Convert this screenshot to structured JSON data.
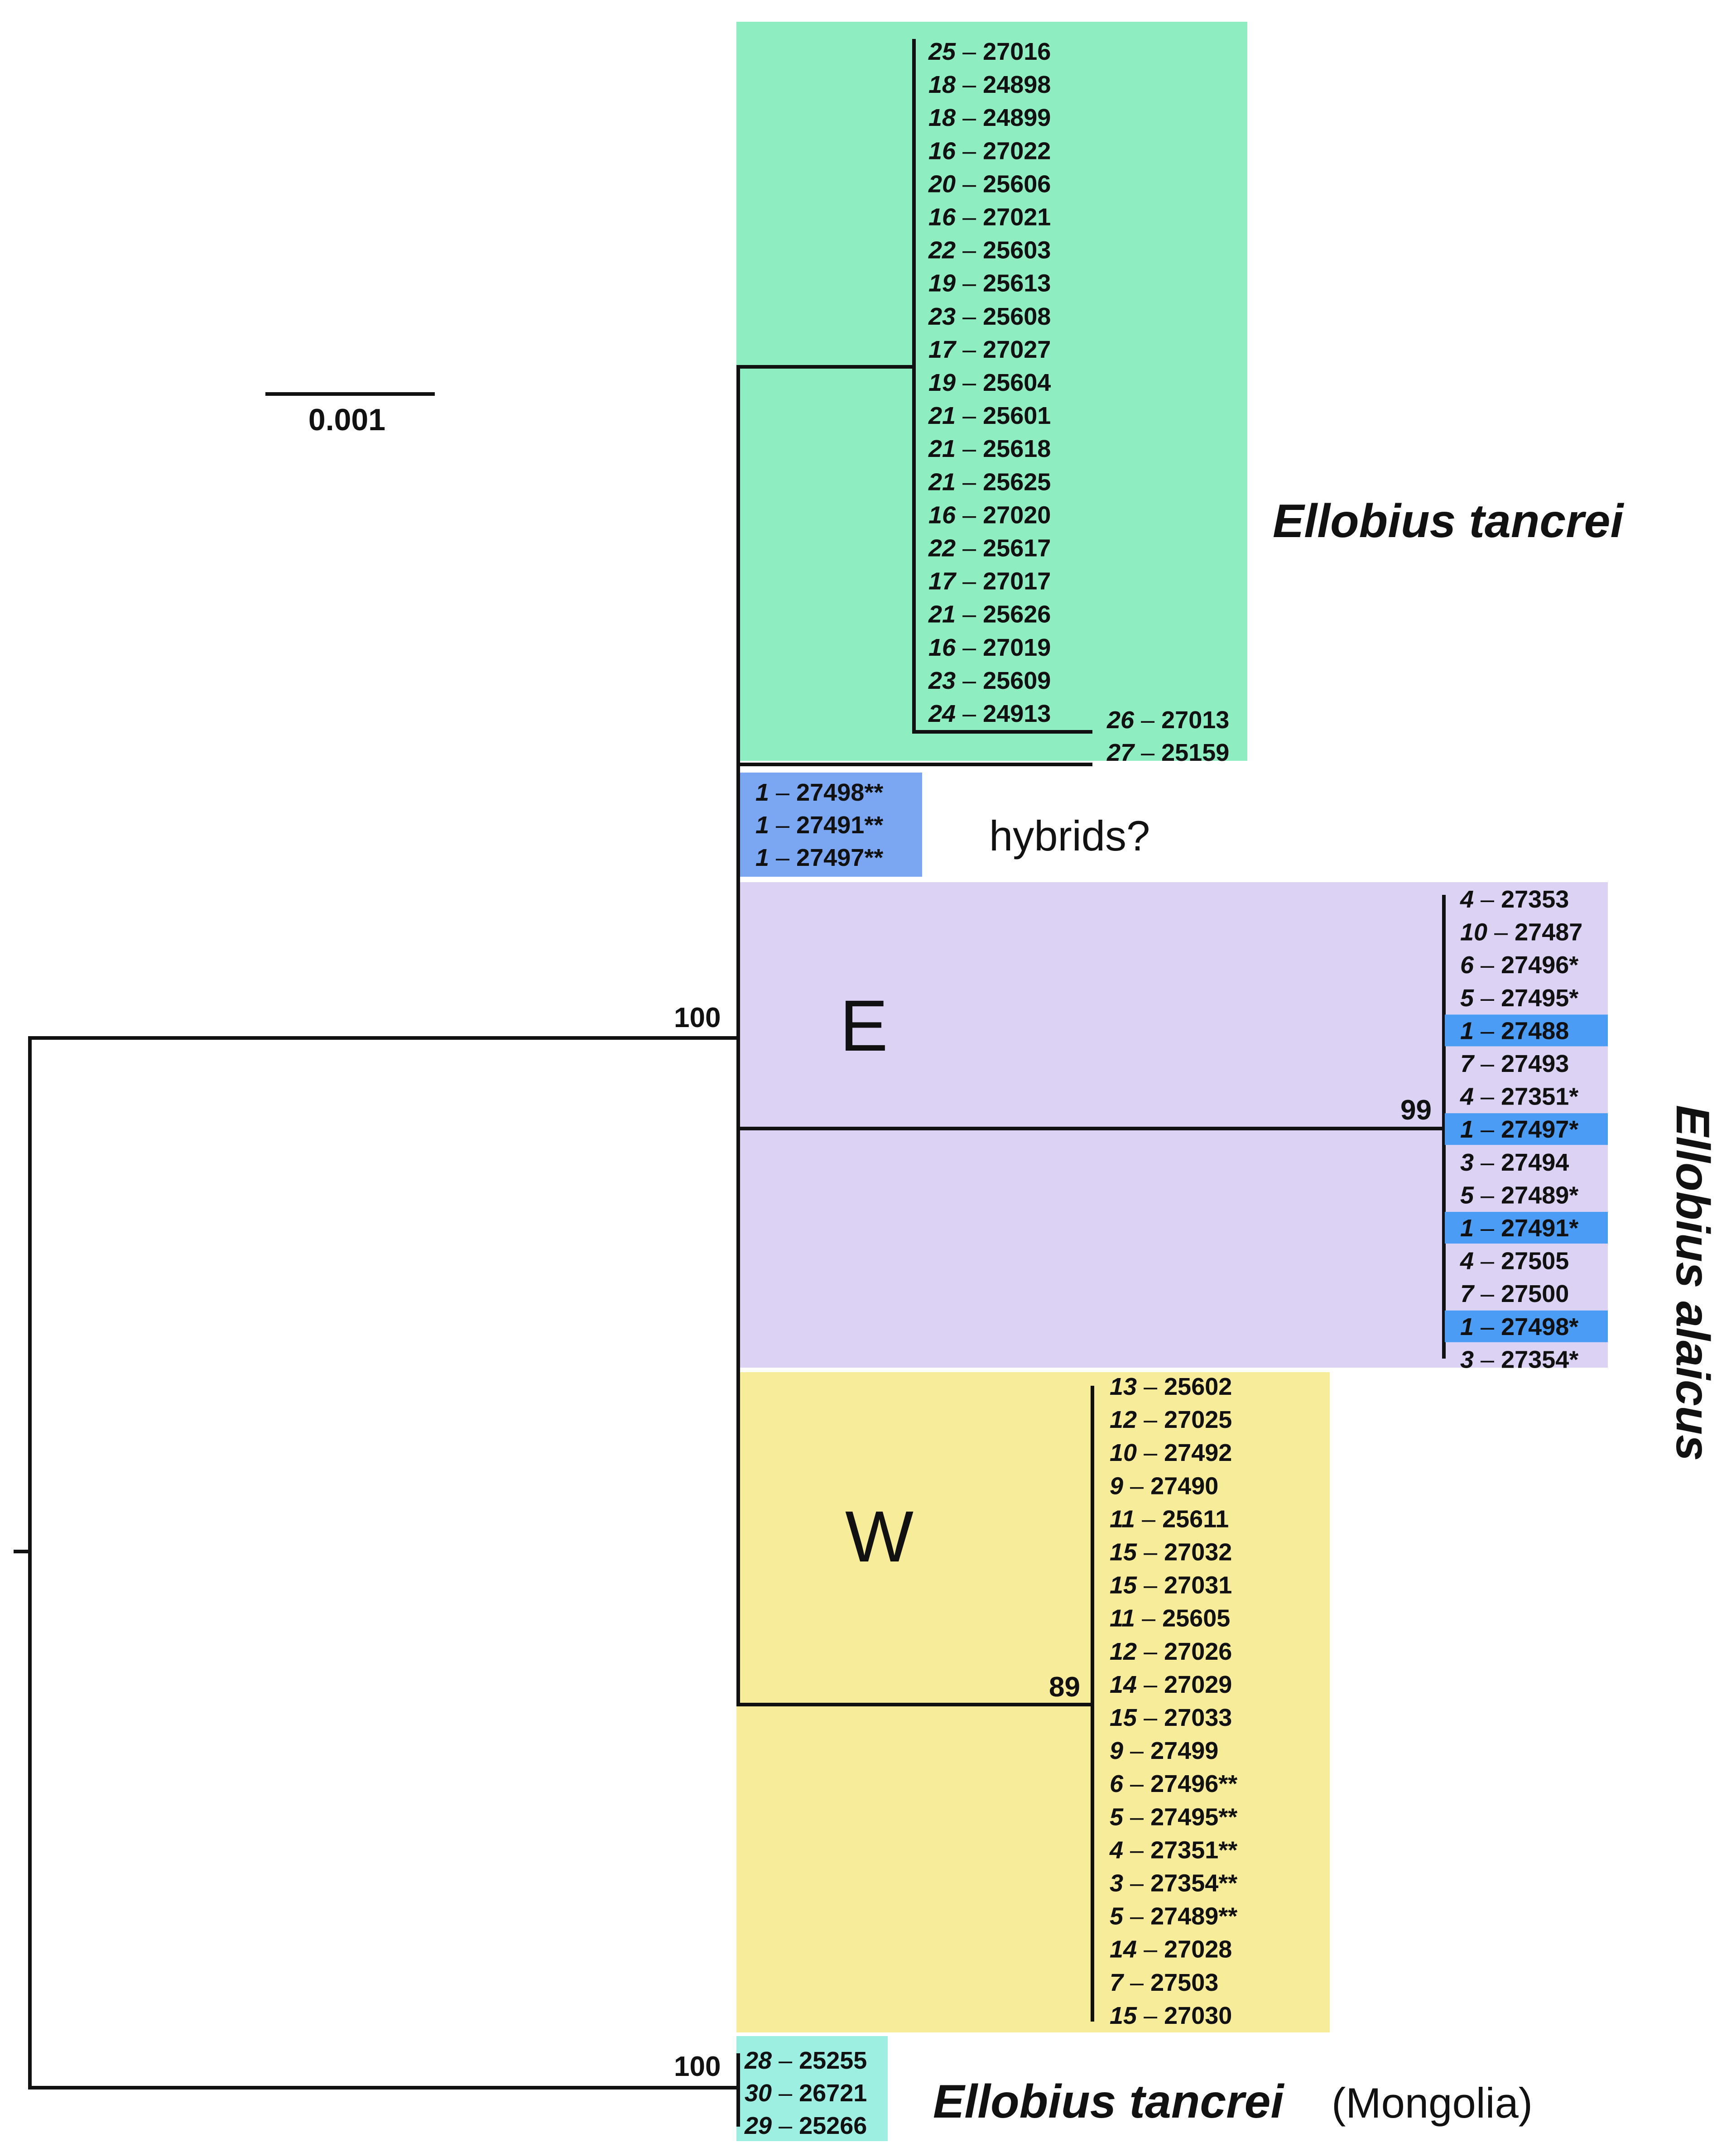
{
  "scale_bar": {
    "label": "0.001"
  },
  "colors": {
    "tancrei": "#8eedc1",
    "hybrids": "#7ba6f2",
    "east": "#dcd3f4",
    "west": "#f6ec9a",
    "mongolia": "#9cefe1",
    "highlight": "#4a9cf5"
  },
  "clades": {
    "tancrei": {
      "species_label": "Ellobius tancrei",
      "leaves": [
        {
          "num": "25",
          "id": "27016"
        },
        {
          "num": "18",
          "id": "24898"
        },
        {
          "num": "18",
          "id": "24899"
        },
        {
          "num": "16",
          "id": "27022"
        },
        {
          "num": "20",
          "id": "25606"
        },
        {
          "num": "16",
          "id": "27021"
        },
        {
          "num": "22",
          "id": "25603"
        },
        {
          "num": "19",
          "id": "25613"
        },
        {
          "num": "23",
          "id": "25608"
        },
        {
          "num": "17",
          "id": "27027"
        },
        {
          "num": "19",
          "id": "25604"
        },
        {
          "num": "21",
          "id": "25601"
        },
        {
          "num": "21",
          "id": "25618"
        },
        {
          "num": "21",
          "id": "25625"
        },
        {
          "num": "16",
          "id": "27020"
        },
        {
          "num": "22",
          "id": "25617"
        },
        {
          "num": "17",
          "id": "27017"
        },
        {
          "num": "21",
          "id": "25626"
        },
        {
          "num": "16",
          "id": "27019"
        },
        {
          "num": "23",
          "id": "25609"
        },
        {
          "num": "24",
          "id": "24913"
        }
      ],
      "outer_leaves": [
        {
          "num": "26",
          "id": "27013"
        },
        {
          "num": "27",
          "id": "25159"
        }
      ]
    },
    "hybrids": {
      "label": "hybrids?",
      "leaves": [
        {
          "num": "1",
          "id": "27498**"
        },
        {
          "num": "1",
          "id": "27491**"
        },
        {
          "num": "1",
          "id": "27497**"
        }
      ]
    },
    "east": {
      "letter": "E",
      "support": "99",
      "leaves": [
        {
          "num": "4",
          "id": "27353",
          "hl": false
        },
        {
          "num": "10",
          "id": "27487",
          "hl": false
        },
        {
          "num": "6",
          "id": "27496*",
          "hl": false
        },
        {
          "num": "5",
          "id": "27495*",
          "hl": false
        },
        {
          "num": "1",
          "id": "27488",
          "hl": true
        },
        {
          "num": "7",
          "id": "27493",
          "hl": false
        },
        {
          "num": "4",
          "id": "27351*",
          "hl": false
        },
        {
          "num": "1",
          "id": "27497*",
          "hl": true
        },
        {
          "num": "3",
          "id": "27494",
          "hl": false
        },
        {
          "num": "5",
          "id": "27489*",
          "hl": false
        },
        {
          "num": "1",
          "id": "27491*",
          "hl": true
        },
        {
          "num": "4",
          "id": "27505",
          "hl": false
        },
        {
          "num": "7",
          "id": "27500",
          "hl": false
        },
        {
          "num": "1",
          "id": "27498*",
          "hl": true
        },
        {
          "num": "3",
          "id": "27354*",
          "hl": false
        }
      ]
    },
    "west": {
      "letter": "W",
      "support": "89",
      "leaves": [
        {
          "num": "13",
          "id": "25602"
        },
        {
          "num": "12",
          "id": "27025"
        },
        {
          "num": "10",
          "id": "27492"
        },
        {
          "num": "9",
          "id": "27490"
        },
        {
          "num": "11",
          "id": "25611"
        },
        {
          "num": "15",
          "id": "27032"
        },
        {
          "num": "15",
          "id": "27031"
        },
        {
          "num": "11",
          "id": "25605"
        },
        {
          "num": "12",
          "id": "27026"
        },
        {
          "num": "14",
          "id": "27029"
        },
        {
          "num": "15",
          "id": "27033"
        },
        {
          "num": "9",
          "id": "27499"
        },
        {
          "num": "6",
          "id": "27496**"
        },
        {
          "num": "5",
          "id": "27495**"
        },
        {
          "num": "4",
          "id": "27351**"
        },
        {
          "num": "3",
          "id": "27354**"
        },
        {
          "num": "5",
          "id": "27489**"
        },
        {
          "num": "14",
          "id": "27028"
        },
        {
          "num": "7",
          "id": "27503"
        },
        {
          "num": "15",
          "id": "27030"
        }
      ]
    },
    "alaicus": {
      "species_label": "Ellobius alaicus"
    },
    "mongolia": {
      "support": "100",
      "species_label": "Ellobius tancrei",
      "region": "(Mongolia)",
      "leaves": [
        {
          "num": "28",
          "id": "25255"
        },
        {
          "num": "30",
          "id": "26721"
        },
        {
          "num": "29",
          "id": "25266"
        }
      ]
    }
  },
  "root_support": "100"
}
